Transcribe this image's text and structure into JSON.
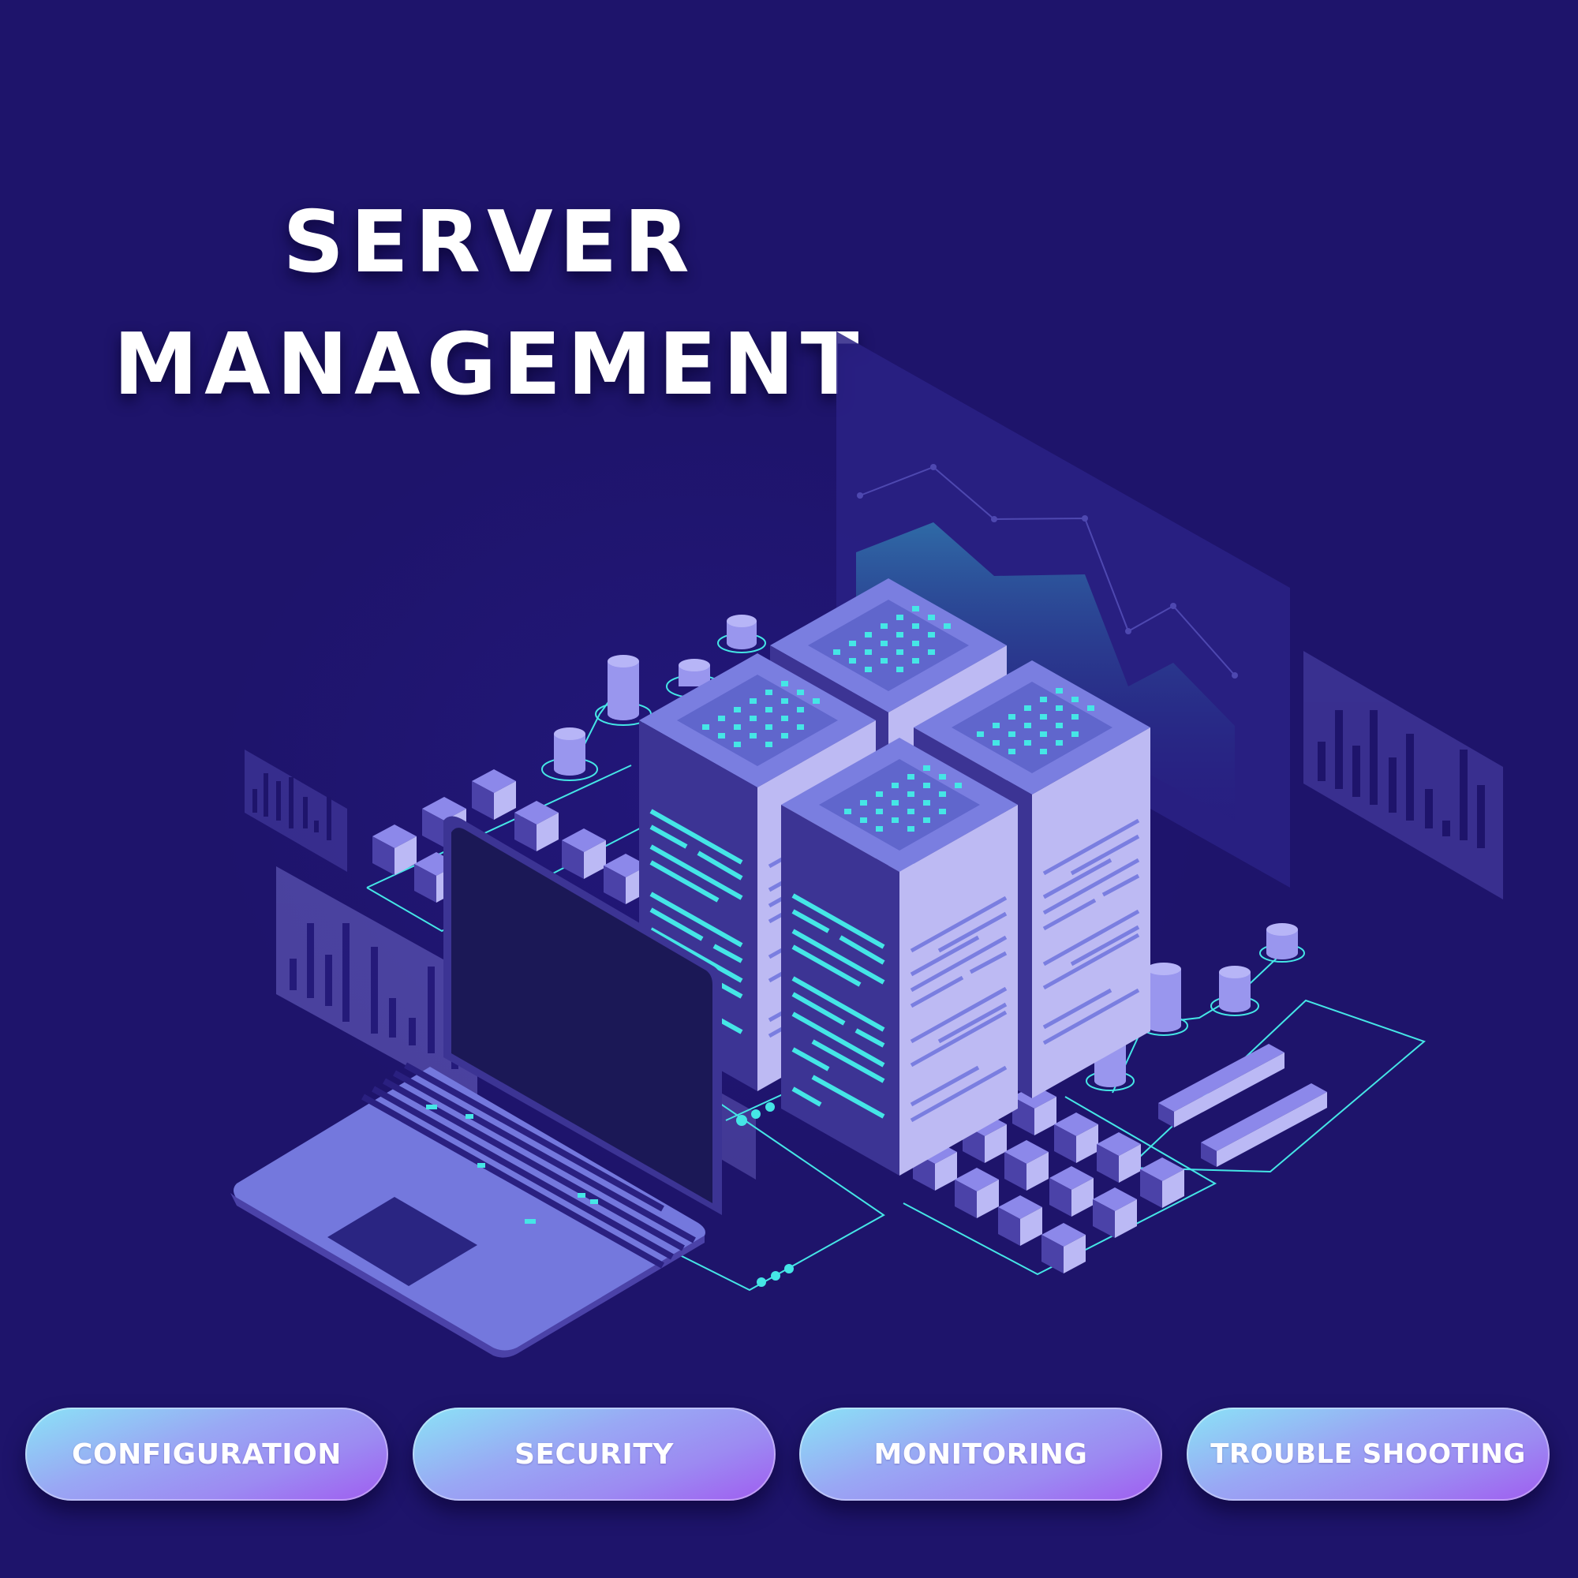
{
  "header": {
    "title_line1": "SERVER",
    "title_line2": "MANAGEMENT"
  },
  "illustration": {
    "subject": "isometric server racks with laptop, database cylinders, cubes and floating charts",
    "icons": [
      "server-rack-icon",
      "laptop-icon",
      "database-icon",
      "cube-icon",
      "bar-chart-panel-icon",
      "line-chart-panel-icon"
    ]
  },
  "buttons": [
    {
      "label": "CONFIGURATION"
    },
    {
      "label": "SECURITY"
    },
    {
      "label": "MONITORING"
    },
    {
      "label": "TROUBLE SHOOTING"
    }
  ],
  "colors": {
    "background": "#1e146b",
    "accent_cyan": "#45e6e6",
    "server_light": "#b9b8f2",
    "server_mid": "#7478dd",
    "server_dark": "#3c3494",
    "pill_gradient_start": "#8ae3f6",
    "pill_gradient_end": "#9f5cf0"
  }
}
